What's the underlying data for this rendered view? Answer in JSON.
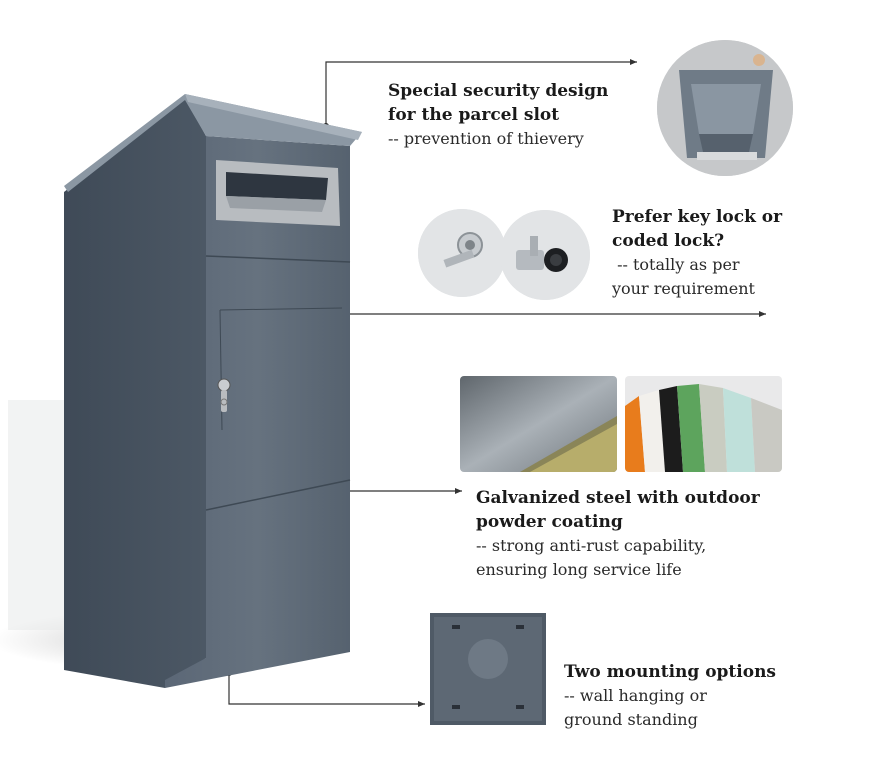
{
  "callouts": [
    {
      "heading_line1": "Special security design",
      "heading_line2": "for the parcel slot",
      "sub_line1": "-- prevention of thievery"
    },
    {
      "heading_line1": "Prefer key lock or",
      "heading_line2": "coded lock?",
      "sub_line1": " -- totally as per",
      "sub_line2": "your requirement"
    },
    {
      "heading_line1": "Galvanized steel with outdoor",
      "heading_line2": "powder coating",
      "sub_line1": "-- strong anti-rust capability,",
      "sub_line2": "ensuring long service life"
    },
    {
      "heading_line1": "Two mounting options",
      "sub_line1": "-- wall hanging or",
      "sub_line2": "ground standing"
    }
  ],
  "colors": {
    "cabinet_body": "#5d6a78",
    "cabinet_side": "#4a5664",
    "slot_frame": "#b8bcc0",
    "leader_line": "#333333"
  },
  "icons": {
    "product": "parcel-box",
    "slot_detail": "parcel-slot-interior",
    "locks": [
      "cam-key-lock",
      "combination-lock"
    ],
    "materials": [
      "galvanized-steel-sheet",
      "powder-coating-swatches"
    ],
    "mounting": "back-panel-mounting-holes"
  }
}
